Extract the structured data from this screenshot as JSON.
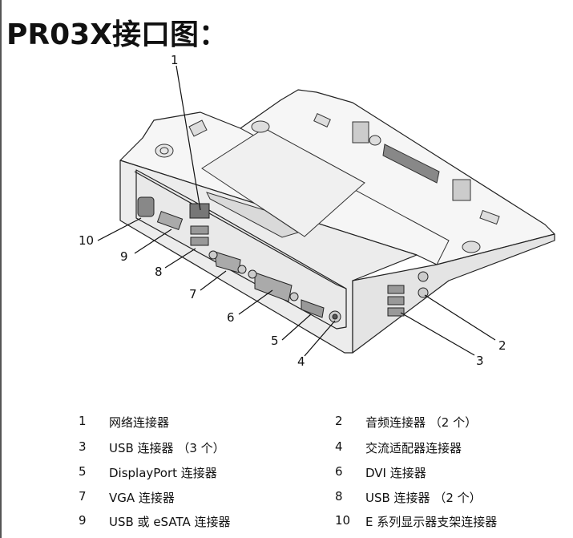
{
  "title": "PR03X接口图：",
  "callouts": [
    "1",
    "2",
    "3",
    "4",
    "5",
    "6",
    "7",
    "8",
    "9",
    "10"
  ],
  "legend": [
    {
      "num": "1",
      "label": "网络连接器"
    },
    {
      "num": "2",
      "label": "音频连接器 （2 个）"
    },
    {
      "num": "3",
      "label": "USB 连接器 （3 个）"
    },
    {
      "num": "4",
      "label": "交流适配器连接器"
    },
    {
      "num": "5",
      "label": "DisplayPort 连接器"
    },
    {
      "num": "6",
      "label": "DVI 连接器"
    },
    {
      "num": "7",
      "label": "VGA 连接器"
    },
    {
      "num": "8",
      "label": "USB 连接器 （2 个）"
    },
    {
      "num": "9",
      "label": "USB 或 eSATA 连接器"
    },
    {
      "num": "10",
      "label": "E 系列显示器支架连接器"
    }
  ]
}
